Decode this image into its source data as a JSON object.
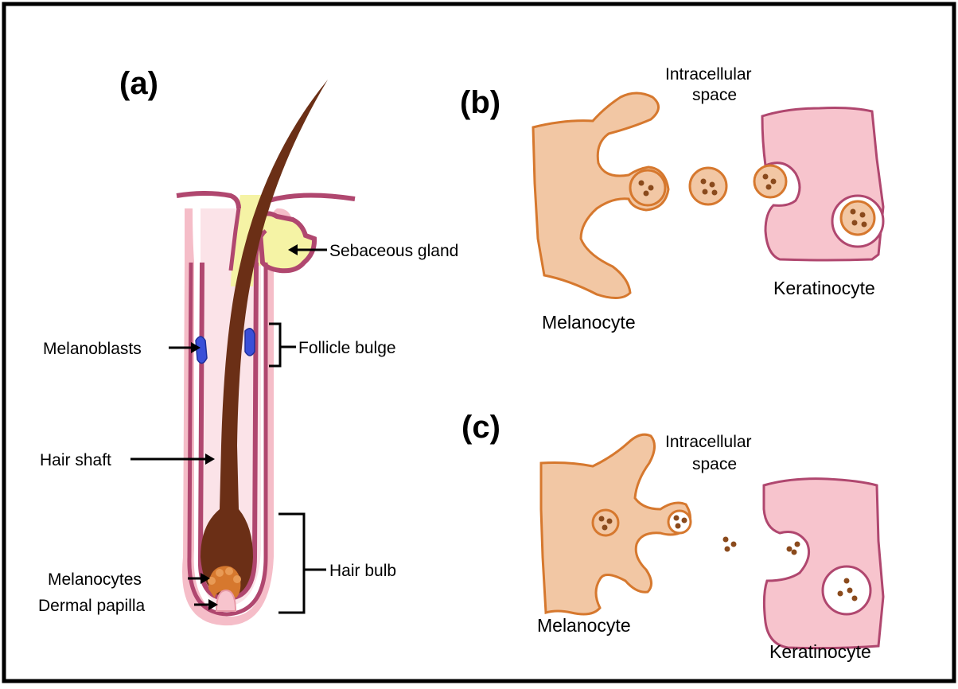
{
  "panels": {
    "a": "(a)",
    "b": "(b)",
    "c": "(c)"
  },
  "labels_a": {
    "sebaceous_gland": "Sebaceous gland",
    "melanoblasts": "Melanoblasts",
    "follicle_bulge": "Follicle bulge",
    "hair_shaft": "Hair shaft",
    "hair_bulb": "Hair bulb",
    "melanocytes": "Melanocytes",
    "dermal_papilla": "Dermal papilla"
  },
  "labels_b": {
    "intracellular_line1": "Intracellular",
    "intracellular_line2": "space",
    "keratinocyte": "Keratinocyte",
    "melanocyte": "Melanocyte"
  },
  "labels_c": {
    "intracellular_line1": "Intracellular",
    "intracellular_line2": "space",
    "melanocyte": "Melanocyte",
    "keratinocyte": "Keratinocyte"
  },
  "colors": {
    "hair": "#6b2f16",
    "follicle_wall": "#b0476f",
    "follicle_sheath": "#f4b6c2",
    "sebum": "#f5f3a5",
    "melanoblast": "#3a4fd8",
    "melanocyte_cell": "#f2c7a4",
    "melanocyte_outline": "#d6782e",
    "keratinocyte_cell": "#f7c4cd",
    "melanin": "#8a4a1c"
  }
}
